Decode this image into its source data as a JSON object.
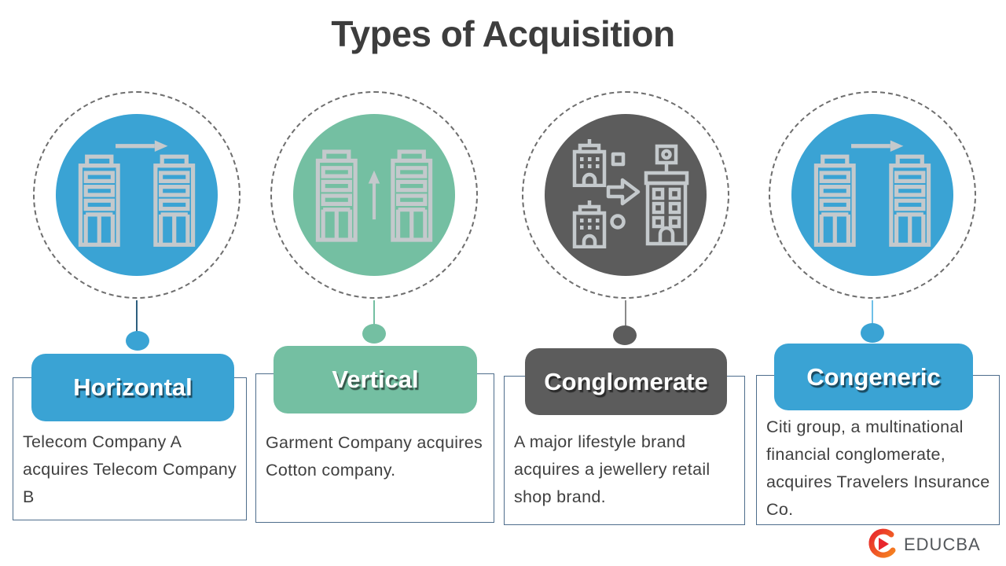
{
  "title": "Types of Acquisition",
  "columns": [
    {
      "label": "Horizontal",
      "description": "Telecom Company A acquires Telecom Company B",
      "accent_color": "#3aa3d4",
      "connector_color": "#2e5f7e",
      "icon": "two-buildings-right-arrow"
    },
    {
      "label": "Vertical",
      "description": "Garment Company acquires Cotton company.",
      "accent_color": "#74bfa2",
      "connector_color": "#74bfa2",
      "icon": "two-buildings-up-arrow"
    },
    {
      "label": "Conglomerate",
      "description": "A major lifestyle brand acquires a jewellery retail shop brand.",
      "accent_color": "#5c5c5c",
      "connector_color": "#8a8a8a",
      "icon": "merging-buildings"
    },
    {
      "label": "Congeneric",
      "description": "Citi group, a multinational financial conglomerate, acquires Travelers Insurance Co.",
      "accent_color": "#3aa3d4",
      "connector_color": "#6fc0e8",
      "icon": "two-buildings-right-arrow"
    }
  ],
  "footer": {
    "brand": "EDUCBA"
  },
  "theme": {
    "title_color": "#3d3d3d",
    "description_text_color": "#404040",
    "description_border_color": "#4e6d8c",
    "icon_stroke_color": "#c4c9cc",
    "dashed_ring_color": "#6e6e6e",
    "label_text_color": "#ffffff",
    "logo_red": "#e8262d",
    "logo_orange": "#f58220",
    "logo_text_color": "#53575b"
  }
}
